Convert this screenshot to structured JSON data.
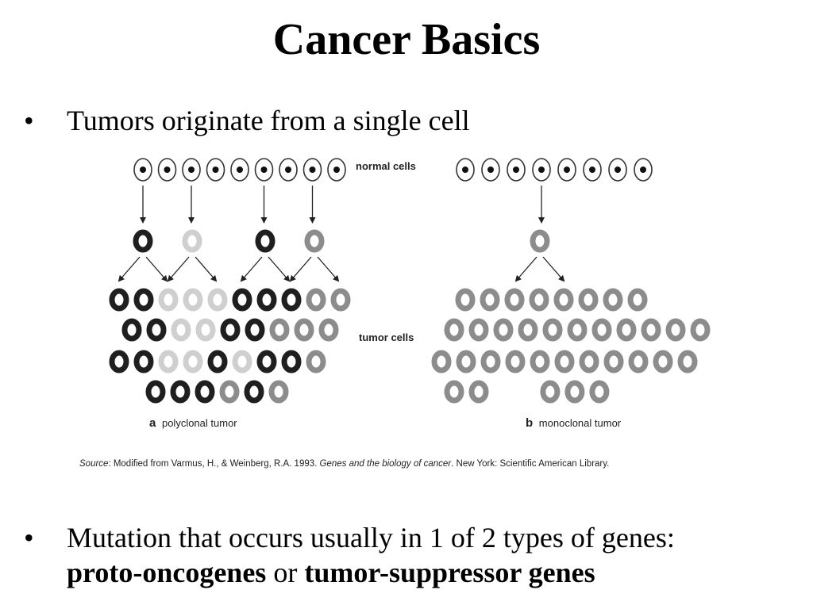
{
  "slide": {
    "title": "Cancer Basics",
    "bullets": [
      {
        "marker": "•",
        "text": "Tumors originate from a single cell"
      },
      {
        "marker": "•",
        "line1": "Mutation that occurs usually in 1 of 2 types of genes:",
        "term1": "proto-oncogenes",
        "connector": " or ",
        "term2": "tumor-suppressor genes"
      }
    ]
  },
  "figure": {
    "normal_cells_label": "normal cells",
    "tumor_cells_label": "tumor cells",
    "panel_a": {
      "letter": "a",
      "caption": "polyclonal tumor"
    },
    "panel_b": {
      "letter": "b",
      "caption": "monoclonal tumor"
    },
    "source": {
      "prefix": "Source",
      "text": ": Modified from Varmus, H., & Weinberg, R.A. 1993. ",
      "book": "Genes and the biology of cancer",
      "suffix": ". New York: Scientific American Library."
    },
    "colors": {
      "dark": "#1f1f1f",
      "medium": "#8c8c8c",
      "light": "#cfcfcf",
      "outline": "#333333"
    },
    "panel_a_cells": {
      "normal_count": 9,
      "founder_clones": [
        "dark",
        "light",
        "dark",
        "medium"
      ],
      "tumor_rows": [
        [
          "dark",
          "dark",
          "light",
          "light",
          "light",
          "dark",
          "dark",
          "dark",
          "medium",
          "medium"
        ],
        [
          "dark",
          "dark",
          "light",
          "light",
          "dark",
          "dark",
          "medium",
          "medium",
          "medium"
        ],
        [
          "dark",
          "dark",
          "light",
          "light",
          "dark",
          "light",
          "dark",
          "dark",
          "medium"
        ],
        [
          "dark",
          "dark",
          "dark",
          "medium",
          "dark",
          "medium"
        ]
      ]
    },
    "panel_b_cells": {
      "normal_count": 8,
      "founder_clones": [
        "medium"
      ],
      "tumor_rows": [
        [
          "medium",
          "medium",
          "medium",
          "medium",
          "medium",
          "medium",
          "medium",
          "medium"
        ],
        [
          "medium",
          "medium",
          "medium",
          "medium",
          "medium",
          "medium",
          "medium",
          "medium",
          "medium",
          "medium",
          "medium"
        ],
        [
          "medium",
          "medium",
          "medium",
          "medium",
          "medium",
          "medium",
          "medium",
          "medium",
          "medium",
          "medium",
          "medium"
        ],
        [
          "medium",
          "medium",
          "medium",
          "medium",
          "medium"
        ]
      ]
    }
  }
}
